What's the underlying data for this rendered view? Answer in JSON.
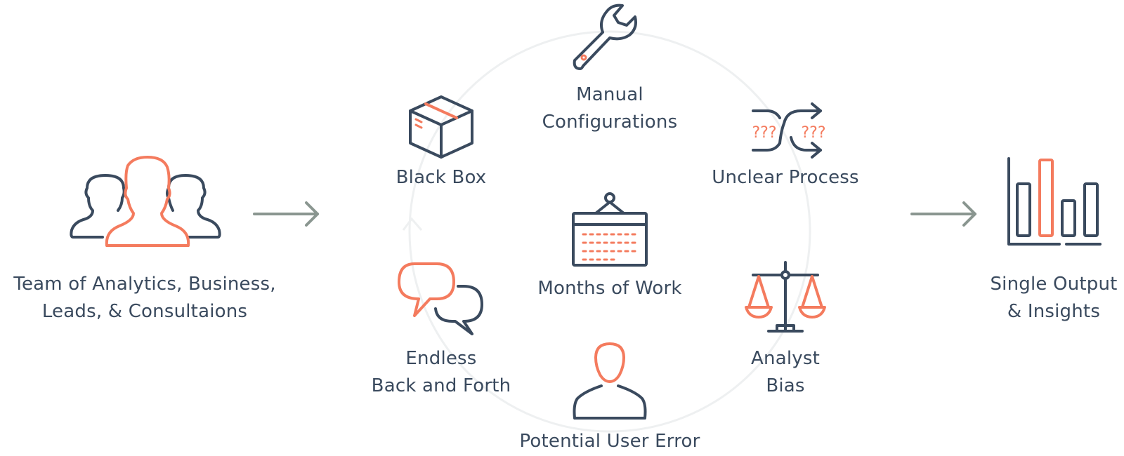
{
  "colors": {
    "dark": "#3a4a5e",
    "accent": "#f47b5e",
    "arrow": "#8a9690",
    "circle": "#eef0f1"
  },
  "team": {
    "label_line1": "Team of Analytics, Business,",
    "label_line2": "Leads, & Consultaions",
    "icon": "people-group-icon"
  },
  "output": {
    "label_line1": "Single Output",
    "label_line2": "& Insights",
    "icon": "bar-chart-icon"
  },
  "cycle": {
    "manual": {
      "line1": "Manual",
      "line2": "Configurations",
      "icon": "wrench-icon"
    },
    "black_box": {
      "line1": "Black Box",
      "icon": "box-icon"
    },
    "unclear": {
      "line1": "Unclear Process",
      "icon": "shuffle-question-icon",
      "marks": "???"
    },
    "months": {
      "line1": "Months of Work",
      "icon": "calendar-icon"
    },
    "back_forth": {
      "line1": "Endless",
      "line2": "Back and Forth",
      "icon": "chat-bubbles-icon"
    },
    "bias": {
      "line1": "Analyst",
      "line2": "Bias",
      "icon": "scales-icon"
    },
    "user_error": {
      "line1": "Potential User Error",
      "icon": "user-icon"
    }
  }
}
